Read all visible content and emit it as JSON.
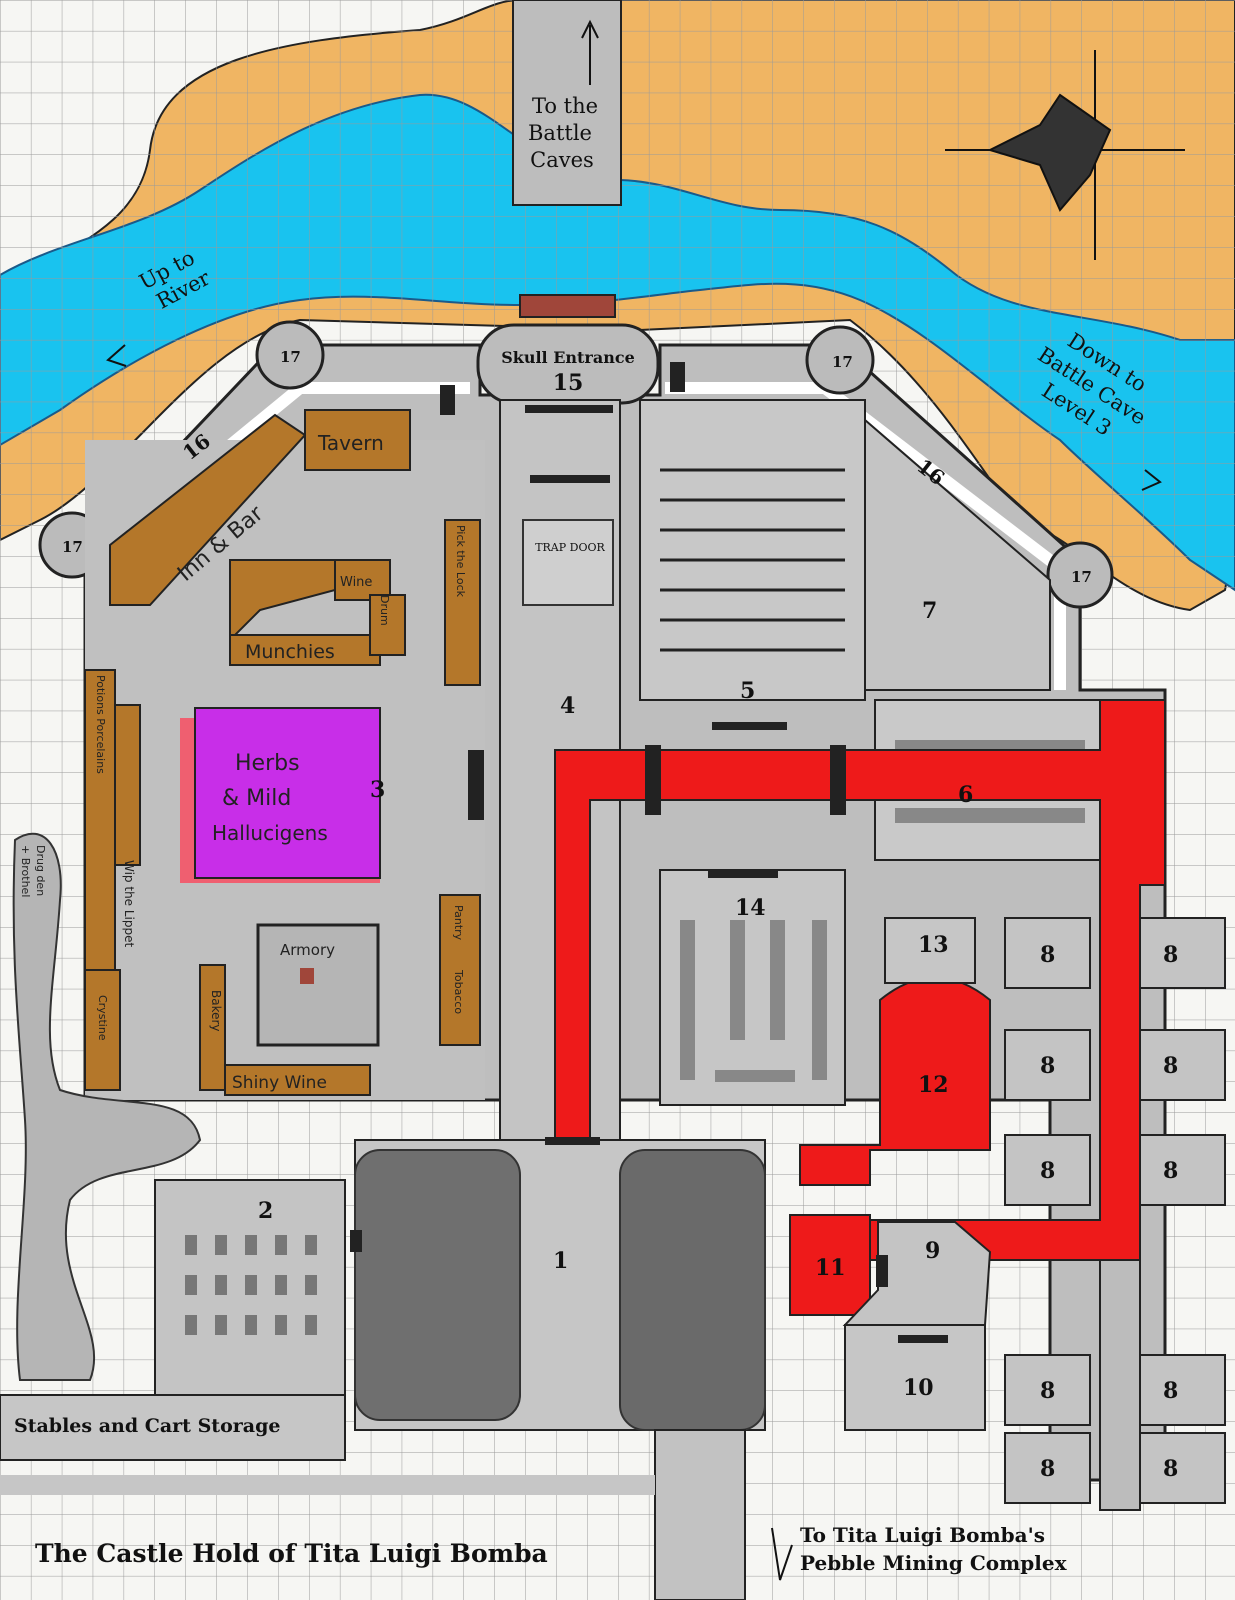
{
  "title": "The Castle Hold of Tita Luigi Bomba",
  "labels": {
    "battle_caves": [
      "To the",
      "Battle",
      "Caves"
    ],
    "up_to_river": [
      "Up to",
      "River"
    ],
    "down_to_battle_cave": [
      "Down to",
      "Battle Cave",
      "Level 3"
    ],
    "skull_entrance": "Skull Entrance",
    "trap_door": "TRAP DOOR",
    "stables": "Stables and Cart Storage",
    "mining_complex": [
      "To Tita Luigi Bomba's",
      "Pebble Mining Complex"
    ]
  },
  "shops": {
    "tavern": "Tavern",
    "inn_bar": "Inn & Bar",
    "munchies": "Munchies",
    "wine": "Wine",
    "shiny_wine": "Shiny Wine",
    "armory": "Armory",
    "herbs": [
      "Herbs",
      "& Mild",
      "Hallucigens"
    ],
    "bakery": "Bakery",
    "tobacco": "Tobacco",
    "pick_the_lock": "Pick the Lock",
    "wip_the_lippet": "Wip the Lippet",
    "crystine": "Crystine",
    "potions": "Potions Porcelains",
    "pantry": "Pantry",
    "drum": "Drum",
    "drug_den": [
      "Drug den",
      "+ Brothel"
    ]
  },
  "room_numbers": {
    "r1": "1",
    "r2": "2",
    "r3": "3",
    "r4": "4",
    "r5": "5",
    "r6": "6",
    "r7": "7",
    "r8": "8",
    "r9": "9",
    "r10": "10",
    "r11": "11",
    "r12": "12",
    "r13": "13",
    "r14": "14",
    "r15": "15",
    "r16": "16",
    "r17": "17"
  },
  "colors": {
    "sand": "#f0b563",
    "river": "#19c3ef",
    "stone": "#c2c2c2",
    "wood": "#b4772a",
    "red_corridor": "#ee1a1a",
    "herbs_tent": "#c82ee8",
    "forest": "#6f6f6f"
  }
}
